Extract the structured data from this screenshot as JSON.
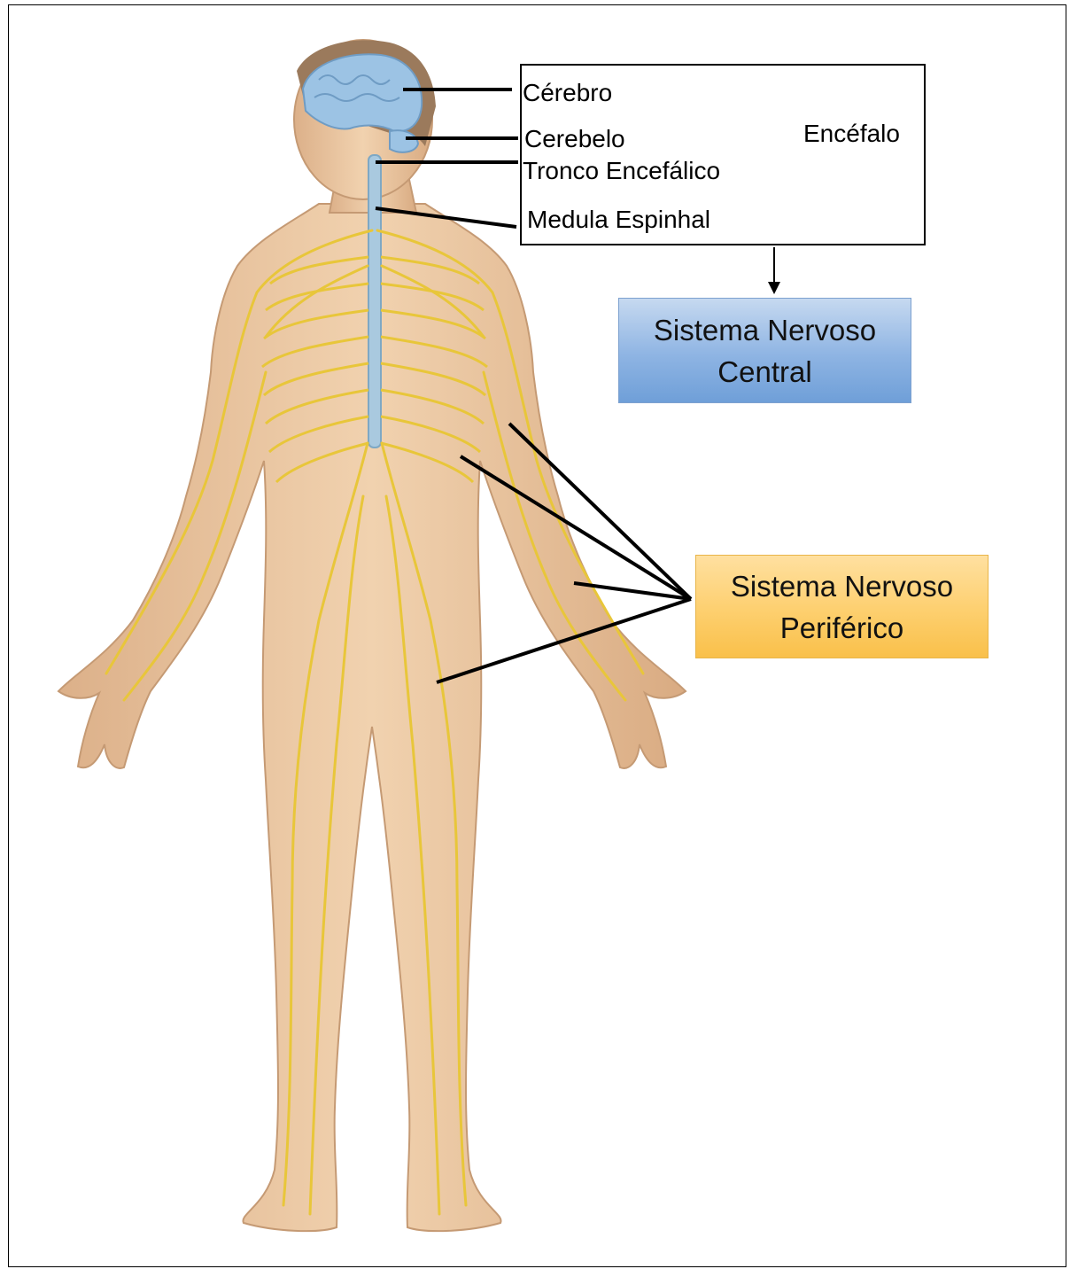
{
  "labels": {
    "cerebro": "Cérebro",
    "cerebelo": "Cerebelo",
    "tronco": "Tronco Encefálico",
    "medula": "Medula Espinhal",
    "encefalo": "Encéfalo"
  },
  "boxes": {
    "central_line1": "Sistema Nervoso",
    "central_line2": "Central",
    "peripheral_line1": "Sistema Nervoso",
    "peripheral_line2": "Periférico"
  },
  "colors": {
    "skin": "#ecc9a2",
    "nerve": "#e8c63a",
    "brain": "#9cc3e4",
    "spinal_cord": "#a9c9df",
    "central_box": "#8eb4e3",
    "peripheral_box": "#fdcf6e"
  }
}
